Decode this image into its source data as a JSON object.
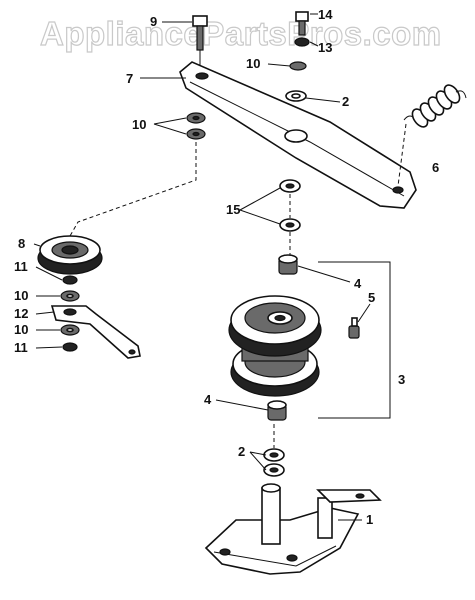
{
  "watermark": "AppliancePartsPros.com",
  "part_callouts": [
    "1",
    "2",
    "2",
    "3",
    "4",
    "4",
    "5",
    "6",
    "7",
    "8",
    "9",
    "10",
    "10",
    "10",
    "11",
    "11",
    "12",
    "13",
    "14",
    "15"
  ]
}
